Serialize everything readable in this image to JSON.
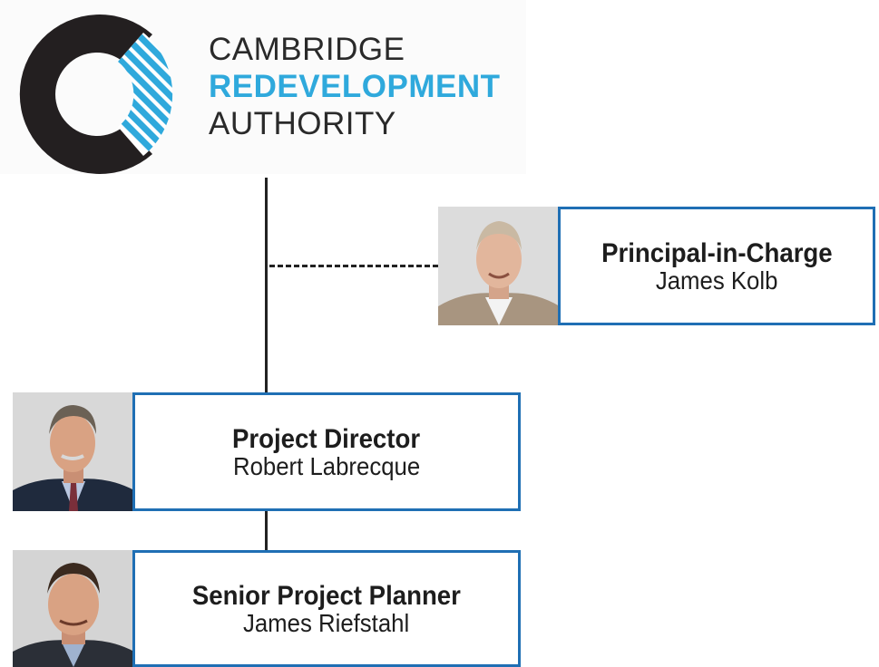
{
  "logo": {
    "line1": "CAMBRIDGE",
    "line2": "REDEVELOPMENT",
    "line3": "AUTHORITY",
    "colors": {
      "dark": "#231f20",
      "blue": "#2fa9dc"
    }
  },
  "org": {
    "principal": {
      "role": "Principal-in-Charge",
      "name": "James Kolb"
    },
    "director": {
      "role": "Project Director",
      "name": "Robert Labrecque"
    },
    "planner": {
      "role": "Senior Project Planner",
      "name": "James Riefstahl"
    }
  },
  "colors": {
    "card_border": "#1f6fb4",
    "line": "#222222"
  }
}
